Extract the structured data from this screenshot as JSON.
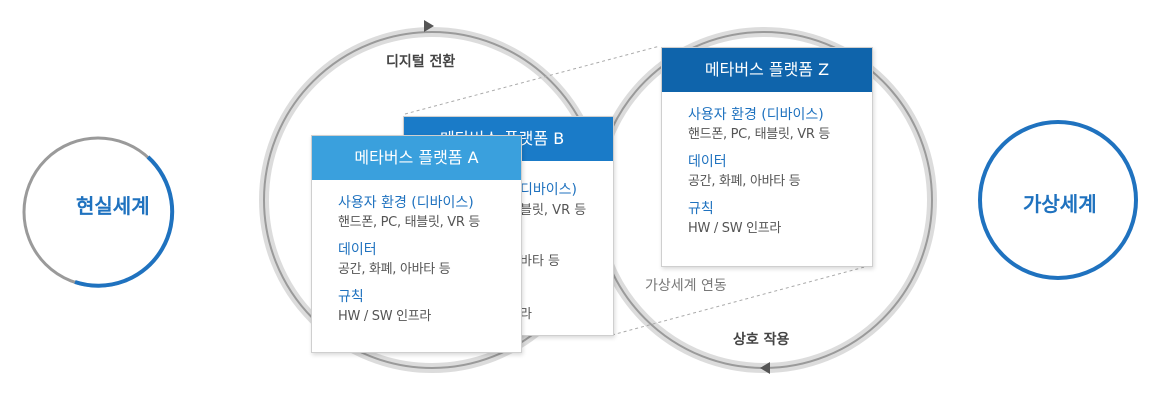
{
  "real_world": "현실세계",
  "virtual_world": "가상세계",
  "digital_transition": "디지털 전환",
  "virtual_link": "가상세계 연동",
  "interaction": "상호 작용",
  "platform_a": {
    "title": "메타버스 플랫폼 A",
    "sections": [
      {
        "title": "사용자 환경 (디바이스)",
        "desc": "핸드폰, PC, 태블릿, VR 등"
      },
      {
        "title": "데이터",
        "desc": "공간, 화폐, 아바타 등"
      },
      {
        "title": "규칙",
        "desc": "HW / SW 인프라"
      }
    ]
  },
  "platform_b": {
    "title": "메타버스 플랫폼 B",
    "partial_lines": [
      "디바이스)",
      "블릿, VR 등",
      "바타 등",
      "라"
    ]
  },
  "platform_z": {
    "title": "메타버스 플랫폼 Z",
    "sections": [
      {
        "title": "사용자 환경 (디바이스)",
        "desc": "핸드폰, PC, 태블릿, VR 등"
      },
      {
        "title": "데이터",
        "desc": "공간, 화폐, 아바타 등"
      },
      {
        "title": "규칙",
        "desc": "HW / SW 인프라"
      }
    ]
  },
  "colors": {
    "accent": "#1f72bf",
    "header_a": "#3aa0dd",
    "header_b": "#1a7bc8",
    "header_z": "#0f64ab",
    "ring": "#d9d9d9",
    "ring_line": "#9a9a9a"
  }
}
